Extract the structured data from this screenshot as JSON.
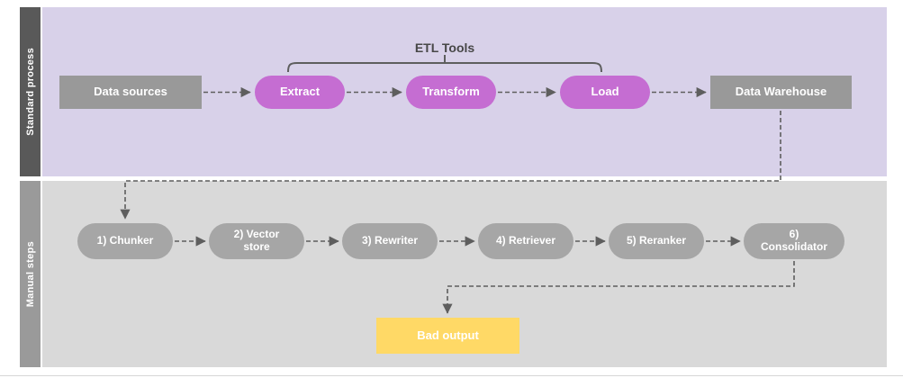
{
  "lanes": [
    {
      "label": "Standard process"
    },
    {
      "label": "Manual steps"
    }
  ],
  "bracket": {
    "label": "ETL Tools"
  },
  "standard": {
    "data_sources": "Data sources",
    "extract": "Extract",
    "transform": "Transform",
    "load": "Load",
    "data_warehouse": "Data Warehouse"
  },
  "manual": {
    "chunker": "1) Chunker",
    "vector_store": "2) Vector store",
    "rewriter": "3) Rewriter",
    "retriever": "4) Retriever",
    "reranker": "5) Reranker",
    "consolidator": "6) Consolidator"
  },
  "output": {
    "bad_output": "Bad output"
  },
  "colors": {
    "lane_standard_bg": "#d8d1e9",
    "lane_manual_bg": "#d9d9d9",
    "lane_standard_bar": "#595959",
    "lane_manual_bar": "#9a9a9a",
    "etl_node": "#c56dd2",
    "gray_node": "#999999",
    "gray_pill": "#a6a6a6",
    "bad_output_node": "#ffd966",
    "connector": "#5e5e5e"
  },
  "edges": [
    "Data sources -> Extract (dashed)",
    "Extract -> Transform (dashed)",
    "Transform -> Load (dashed)",
    "Load -> Data Warehouse (dashed)",
    "Data Warehouse -> 1) Chunker (dashed, elbow)",
    "1) Chunker -> 2) Vector store (dashed)",
    "2) Vector store -> 3) Rewriter (dashed)",
    "3) Rewriter -> 4) Retriever (dashed)",
    "4) Retriever -> 5) Reranker (dashed)",
    "5) Reranker -> 6) Consolidator (dashed)",
    "6) Consolidator -> Bad output (dashed, elbow)"
  ]
}
